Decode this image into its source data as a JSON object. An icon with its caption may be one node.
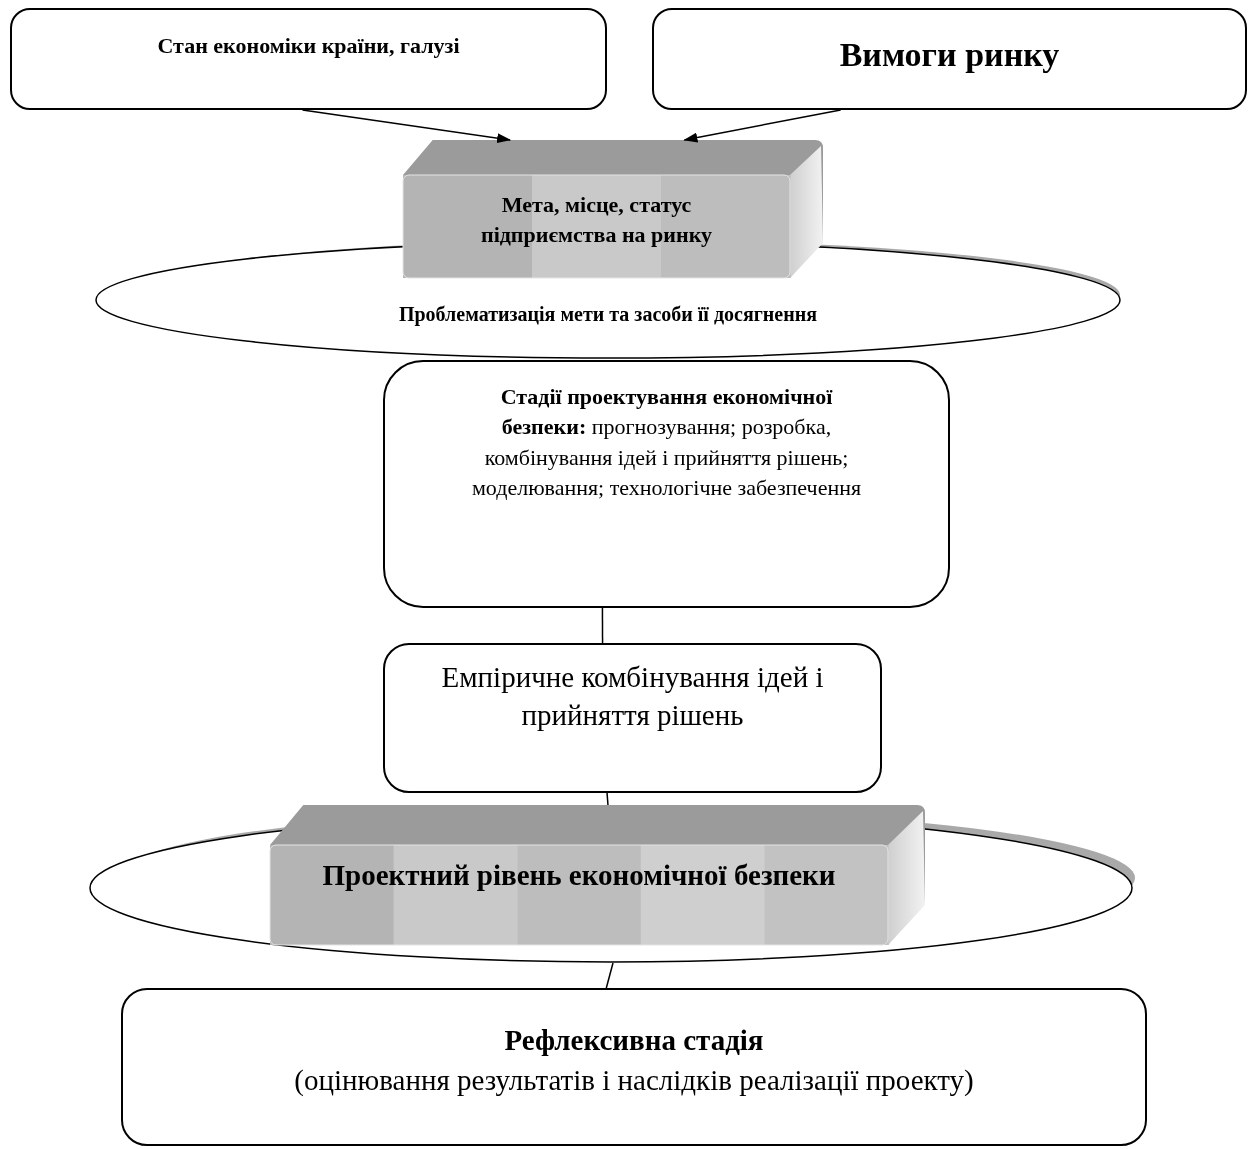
{
  "diagram": {
    "nodes": [
      {
        "text": [
          "Стан економіки країни, галузі"
        ]
      },
      {
        "text": [
          "Вимоги ринку"
        ]
      },
      {
        "text": [
          "Проблематизація мети та засоби її досягнення"
        ]
      },
      {
        "text": [
          "Мета, місце, статус підприємства на ринку"
        ]
      },
      {
        "text": [
          "**Стадії проектування економічної безпеки:** прогнозування; розробка, комбінування ідей і прийняття рішень; моделювання; технологічне забезпечення"
        ]
      },
      {
        "text": [
          "Емпіричне комбінування ідей і прийняття рішень"
        ]
      },
      {
        "text": [],
        "shape": "ellipse"
      },
      {
        "text": [
          "Проектний рівень економічної безпеки"
        ],
        "in": 6
      },
      {
        "text": [
          "Рефлексивна стадія",
          "(оцінювання результатів і наслідків реалізації проекту)"
        ]
      }
    ],
    "edges": [
      {
        "from": 0,
        "to": 3,
        "arrow": "to"
      },
      {
        "from": 1,
        "to": 3,
        "arrow": "to"
      },
      {
        "from": 4,
        "to": 5,
        "arrow": "none"
      },
      {
        "from": 5,
        "to": 7,
        "arrow": "none"
      },
      {
        "from": 6,
        "to": 8,
        "arrow": "none"
      }
    ]
  }
}
